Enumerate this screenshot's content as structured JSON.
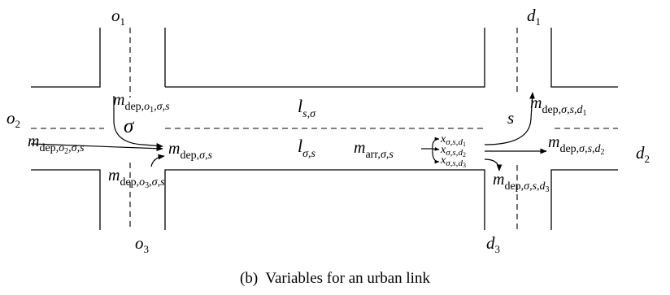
{
  "figure": {
    "caption": "(b)  Variables for an urban link"
  },
  "nodes": {
    "o1": {
      "base": "o",
      "sub": "1"
    },
    "o2": {
      "base": "o",
      "sub": "2"
    },
    "o3": {
      "base": "o",
      "sub": "3"
    },
    "d1": {
      "base": "d",
      "sub": "1"
    },
    "d2": {
      "base": "d",
      "sub": "2"
    },
    "d3": {
      "base": "d",
      "sub": "3"
    },
    "sigma": "σ",
    "s": "s"
  },
  "links": {
    "l_s_sigma": {
      "base": "l",
      "sub": "s,σ"
    },
    "l_sigma_s": {
      "base": "l",
      "sub": "σ,s"
    }
  },
  "variables": {
    "m_dep_o1": {
      "base": "m",
      "sub_text": "dep,",
      "sub_italic": "o",
      "sub_idx": "1",
      "sub_tail": ",σ,s"
    },
    "m_dep_o2": {
      "base": "m",
      "sub_text": "dep,",
      "sub_italic": "o",
      "sub_idx": "2",
      "sub_tail": ",σ,s"
    },
    "m_dep_o3": {
      "base": "m",
      "sub_text": "dep,",
      "sub_italic": "o",
      "sub_idx": "3",
      "sub_tail": ",σ,s"
    },
    "m_dep_sigma_s": {
      "base": "m",
      "sub_text": "dep,",
      "sub_tail": "σ,s"
    },
    "m_arr_sigma_s": {
      "base": "m",
      "sub_text": "arr,",
      "sub_tail": "σ,s"
    },
    "m_dep_d1": {
      "base": "m",
      "sub_text": "dep,",
      "sub_tail": "σ,s,",
      "sub_italic": "d",
      "sub_idx": "1"
    },
    "m_dep_d2": {
      "base": "m",
      "sub_text": "dep,",
      "sub_tail": "σ,s,",
      "sub_italic": "d",
      "sub_idx": "2"
    },
    "m_dep_d3": {
      "base": "m",
      "sub_text": "dep,",
      "sub_tail": "σ,s,",
      "sub_italic": "d",
      "sub_idx": "3"
    },
    "x_d1": {
      "base": "x",
      "sub": "σ,s,",
      "sub_italic": "d",
      "sub_idx": "1"
    },
    "x_d2": {
      "base": "x",
      "sub": "σ,s,",
      "sub_italic": "d",
      "sub_idx": "2"
    },
    "x_d3": {
      "base": "x",
      "sub": "σ,s,",
      "sub_italic": "d",
      "sub_idx": "3"
    }
  }
}
